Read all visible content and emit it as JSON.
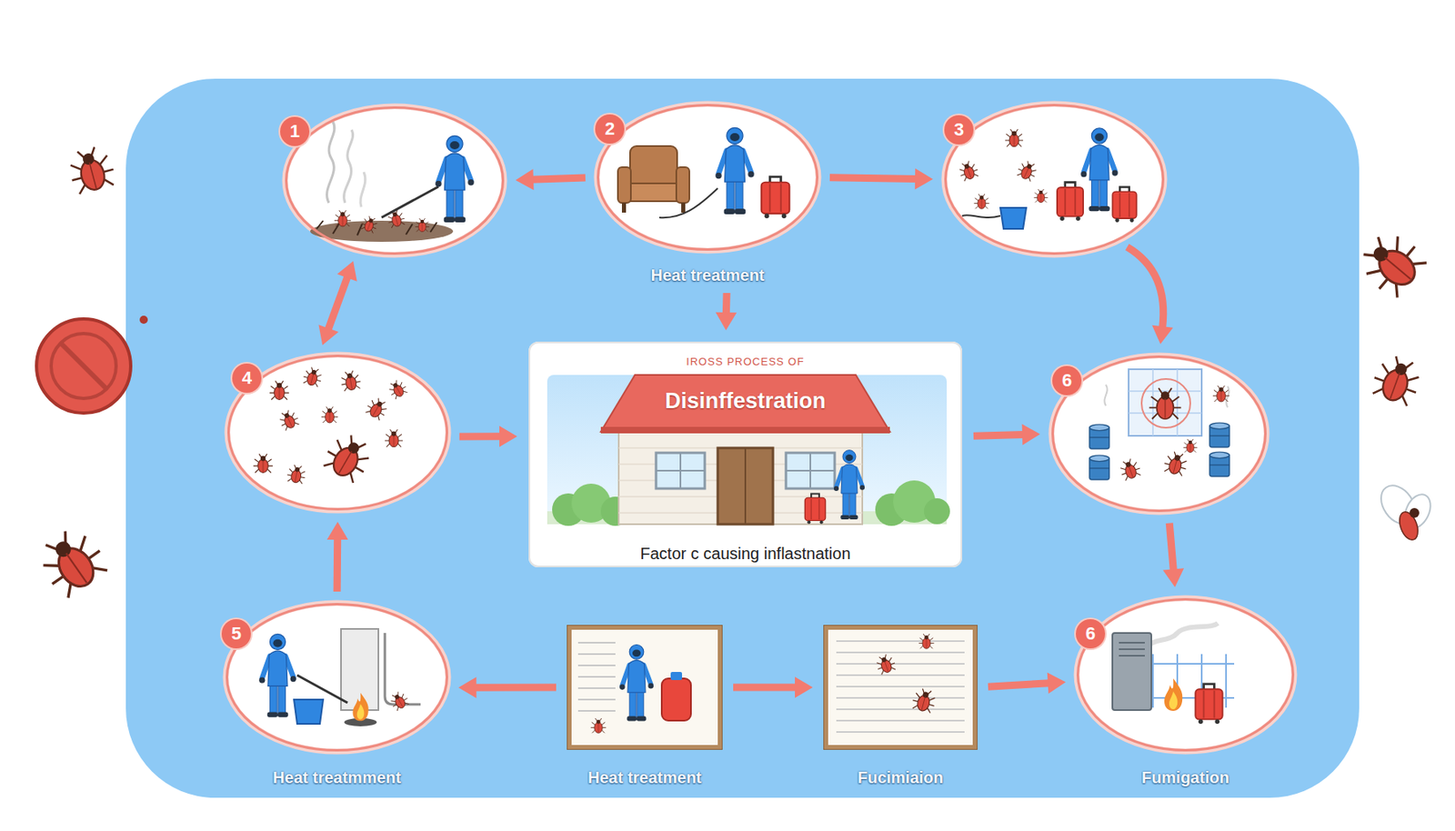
{
  "diagram": {
    "nodes": [
      {
        "text": [
          "1"
        ]
      },
      {
        "text": [
          "2",
          "Heat treatment"
        ]
      },
      {
        "text": [
          "3"
        ]
      },
      {
        "text": [
          "4"
        ]
      },
      {
        "text": [
          "IROSS PROCESS OF",
          "Disinffestration",
          "Factor c causing inflastnation"
        ]
      },
      {
        "text": [
          "6"
        ]
      },
      {
        "text": [
          "5",
          "Heat treatmment"
        ]
      },
      {
        "text": [
          "Heat treatment"
        ]
      },
      {
        "text": [
          "Fucimiaion"
        ]
      },
      {
        "text": [
          "6",
          "Fumigation"
        ]
      }
    ],
    "edges": [
      {
        "from": 1,
        "to": 0,
        "arrow": "to"
      },
      {
        "from": 1,
        "to": 2,
        "arrow": "to"
      },
      {
        "from": 1,
        "to": 4,
        "arrow": "to"
      },
      {
        "from": 2,
        "to": 5,
        "arrow": "to"
      },
      {
        "from": 0,
        "to": 3,
        "arrow": "both"
      },
      {
        "from": 6,
        "to": 3,
        "arrow": "to"
      },
      {
        "from": 3,
        "to": 4,
        "arrow": "to"
      },
      {
        "from": 4,
        "to": 5,
        "arrow": "to"
      },
      {
        "from": 5,
        "to": 9,
        "arrow": "to"
      },
      {
        "from": 7,
        "to": 6,
        "arrow": "to"
      },
      {
        "from": 7,
        "to": 8,
        "arrow": "to"
      },
      {
        "from": 8,
        "to": 9,
        "arrow": "to"
      }
    ]
  }
}
